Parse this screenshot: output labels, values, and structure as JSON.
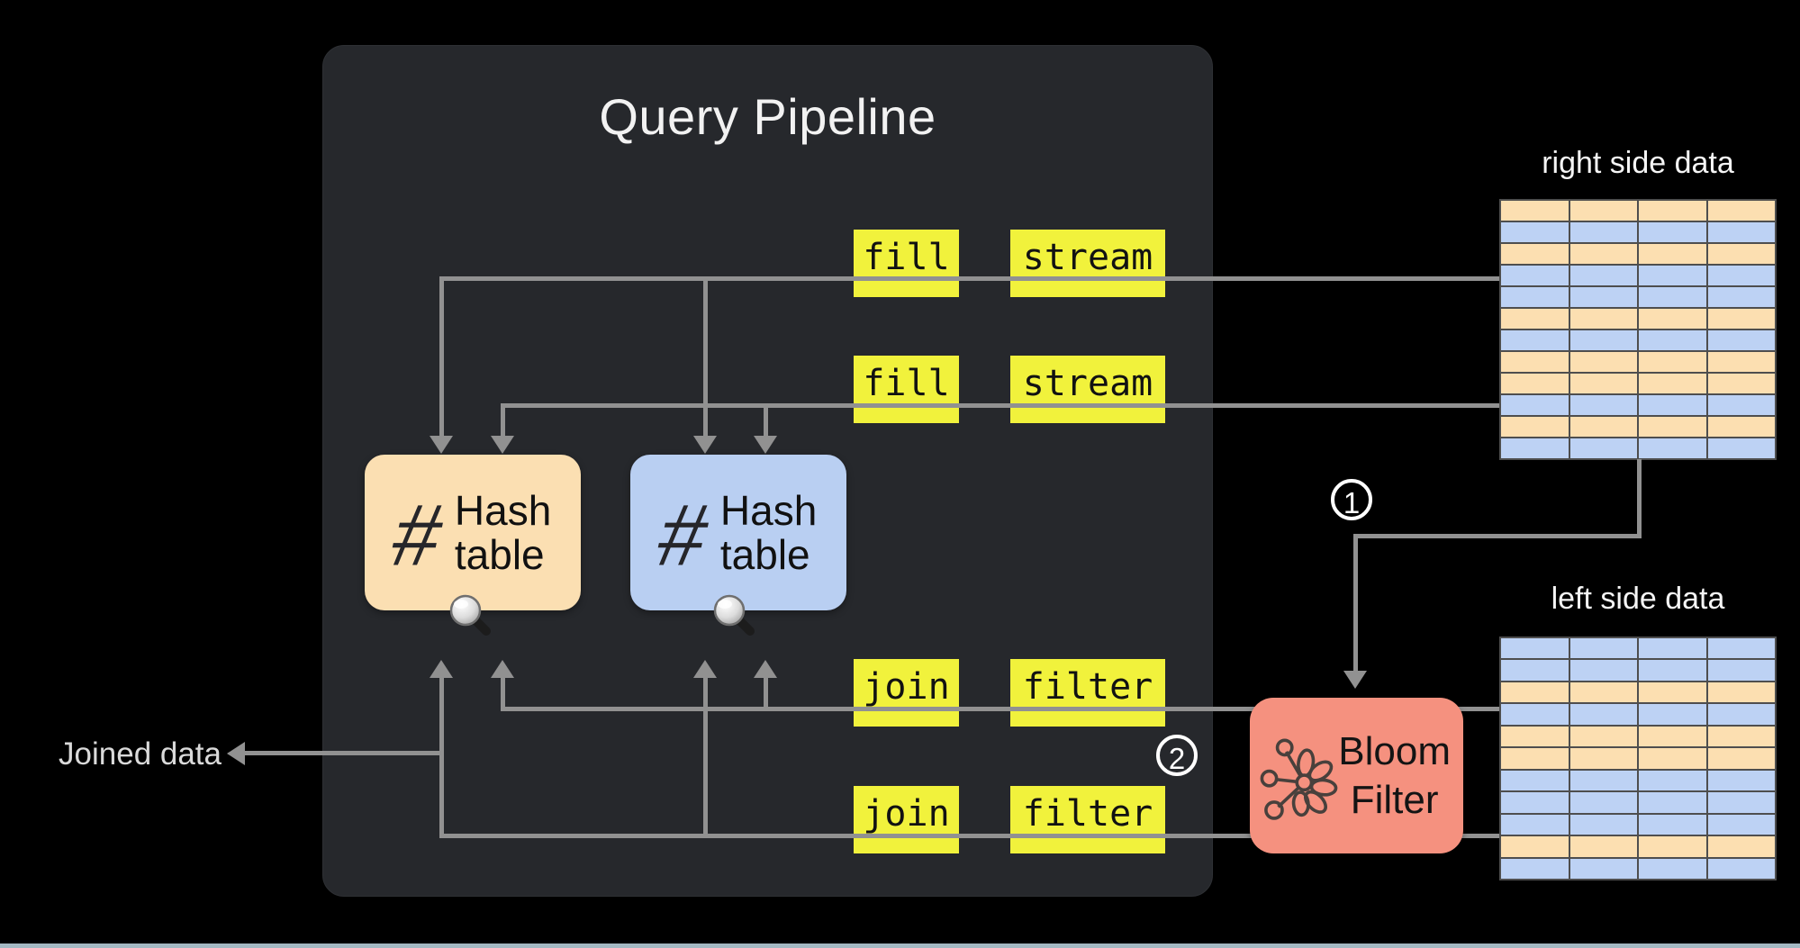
{
  "title": "Query Pipeline",
  "labels": {
    "joined_data": "Joined data",
    "right_table": "right side data",
    "left_table": "left side data"
  },
  "operators": {
    "row1": [
      "fill",
      "stream"
    ],
    "row2": [
      "fill",
      "stream"
    ],
    "row3": [
      "join",
      "filter"
    ],
    "row4": [
      "join",
      "filter"
    ]
  },
  "hash_tables": [
    {
      "symbol": "#",
      "label": "Hash table",
      "color": "#fbdfb2"
    },
    {
      "symbol": "#",
      "label": "Hash table",
      "color": "#b9cff2"
    }
  ],
  "bloom_filter": {
    "line1": "Bloom",
    "line2": "Filter",
    "color": "#f5917f"
  },
  "badges": [
    {
      "value": "1"
    },
    {
      "value": "2"
    }
  ],
  "icons": {
    "magnifier": "magnifier-icon",
    "flower": "bloom-flower-icon"
  },
  "tables": {
    "right": {
      "title": "right side data",
      "columns": 4,
      "row_colors": [
        "orange",
        "blue",
        "orange",
        "blue",
        "blue",
        "orange",
        "blue",
        "orange",
        "orange",
        "blue",
        "orange",
        "blue"
      ]
    },
    "left": {
      "title": "left side data",
      "columns": 4,
      "row_colors": [
        "blue",
        "blue",
        "orange",
        "blue",
        "orange",
        "orange",
        "blue",
        "blue",
        "blue",
        "orange",
        "blue"
      ]
    }
  },
  "colors": {
    "background": "#000000",
    "panel": "#26282c",
    "line": "#919191",
    "yellow_chip": "#f1f23c",
    "orange_cell": "#fcdfb1",
    "blue_cell": "#bdd2f4",
    "orange_node": "#fbdfb2",
    "blue_node": "#b9cff2",
    "salmon": "#f5917f"
  }
}
